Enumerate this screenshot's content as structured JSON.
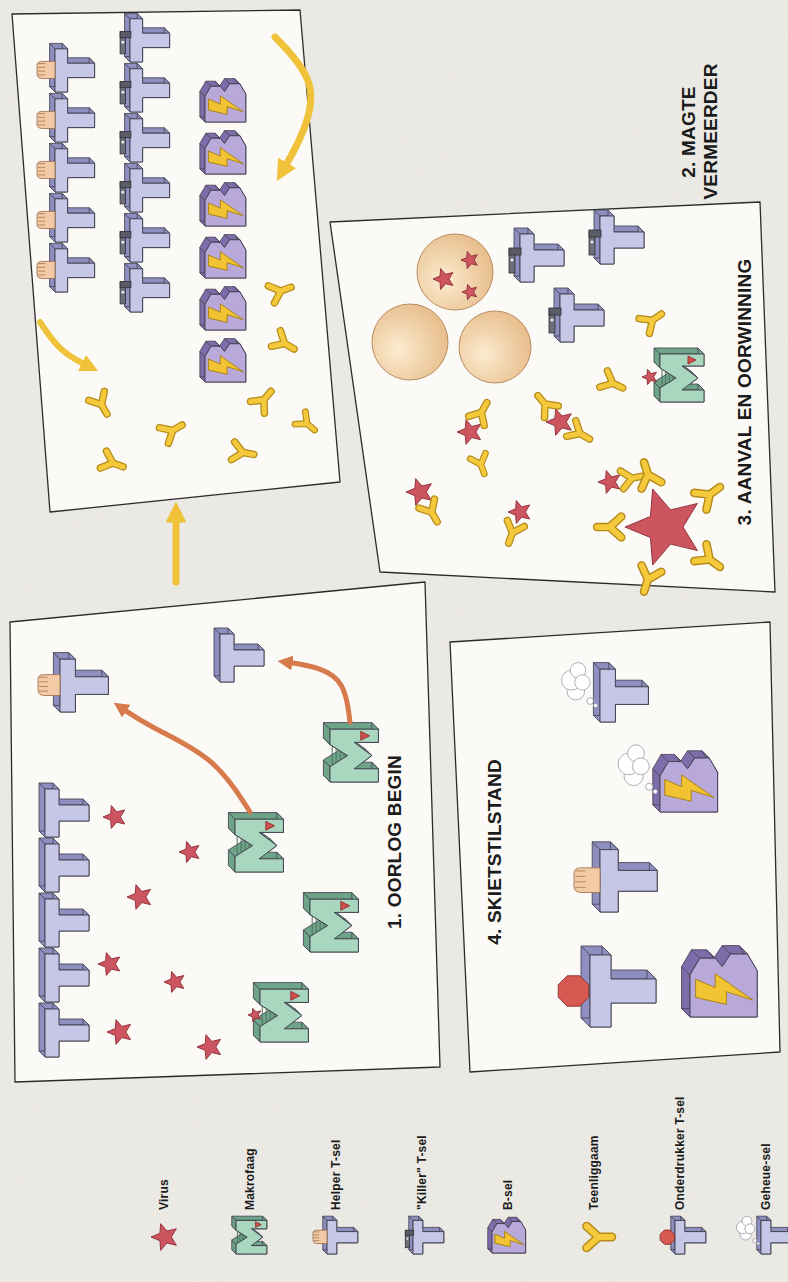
{
  "diagram": {
    "nodes": [
      {
        "text": [
          "1. OORLOG BEGIN"
        ]
      },
      {
        "text": [
          "2. MAGTE VERMEERDER"
        ]
      },
      {
        "text": [
          "3. AANVAL EN OORWINNING"
        ]
      },
      {
        "text": [
          "4. SKIETSTILSTAND"
        ]
      }
    ],
    "edges": [
      {
        "from": 0,
        "to": 1,
        "arrow": "to"
      }
    ],
    "legend": [
      {
        "text": "Virus"
      },
      {
        "text": "Makrofaag"
      },
      {
        "text": "Helper T-sel"
      },
      {
        "text": "\"Killer\" T-sel"
      },
      {
        "text": "B-sel"
      },
      {
        "text": "Teenliggaam"
      },
      {
        "text": "Onderdrukker T-sel"
      },
      {
        "text": "Geheue-sel"
      }
    ]
  }
}
